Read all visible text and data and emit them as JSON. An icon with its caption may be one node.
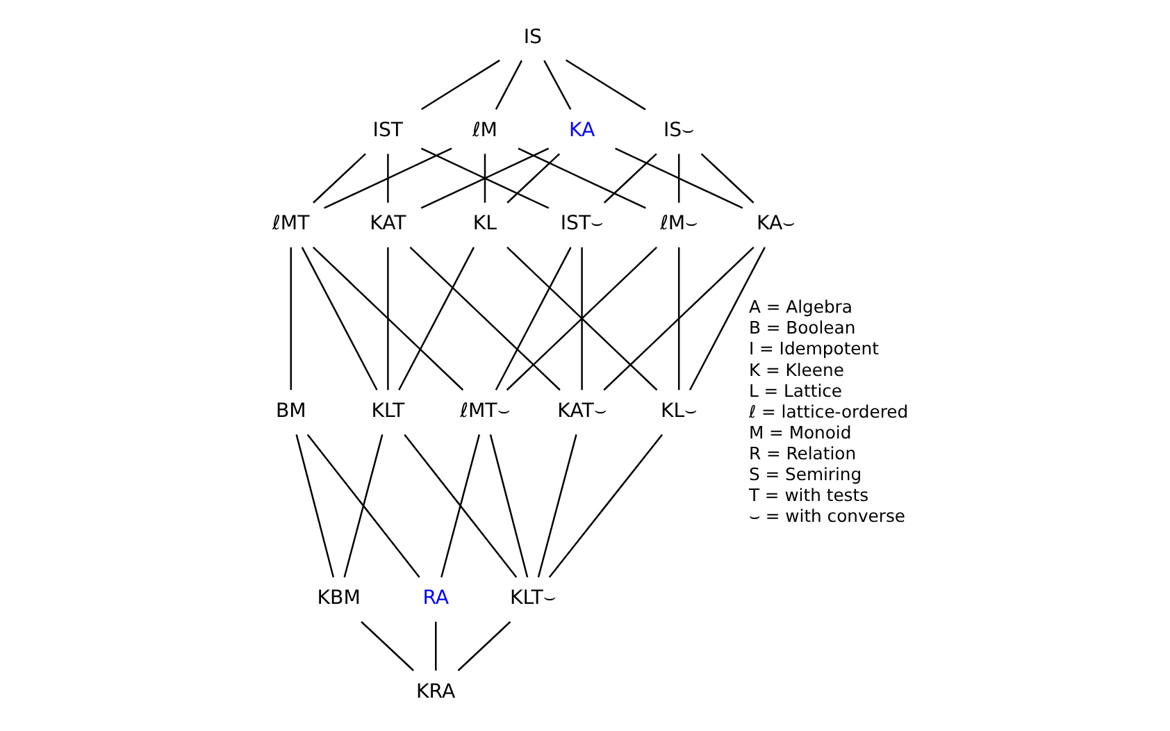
{
  "diagram": {
    "nodes": [
      {
        "text": [
          "IS"
        ]
      },
      {
        "text": [
          "KA"
        ]
      },
      {
        "text": [
          "IST"
        ]
      },
      {
        "text": [
          "ℓM"
        ]
      },
      {
        "text": [
          "IS⌣"
        ]
      },
      {
        "text": [
          "KAT"
        ]
      },
      {
        "text": [
          "KL"
        ]
      },
      {
        "text": [
          "ℓMT"
        ]
      },
      {
        "text": [
          "KA⌣"
        ]
      },
      {
        "text": [
          "IST⌣"
        ]
      },
      {
        "text": [
          "ℓM⌣"
        ]
      },
      {
        "text": [
          "KLT"
        ]
      },
      {
        "text": [
          "BM"
        ]
      },
      {
        "text": [
          "KAT⌣"
        ]
      },
      {
        "text": [
          "KL⌣"
        ]
      },
      {
        "text": [
          "ℓMT⌣"
        ]
      },
      {
        "text": [
          "KBM"
        ]
      },
      {
        "text": [
          "KLT⌣"
        ]
      },
      {
        "text": [
          "RA"
        ]
      },
      {
        "text": [
          "KRA"
        ]
      }
    ],
    "edges": [
      {
        "from": 0,
        "to": 1,
        "arrow": "none"
      },
      {
        "from": 0,
        "to": 2,
        "arrow": "none"
      },
      {
        "from": 0,
        "to": 3,
        "arrow": "none"
      },
      {
        "from": 0,
        "to": 4,
        "arrow": "none"
      },
      {
        "from": 1,
        "to": 5,
        "arrow": "none"
      },
      {
        "from": 1,
        "to": 6,
        "arrow": "none"
      },
      {
        "from": 1,
        "to": 8,
        "arrow": "none"
      },
      {
        "from": 2,
        "to": 5,
        "arrow": "none"
      },
      {
        "from": 2,
        "to": 7,
        "arrow": "none"
      },
      {
        "from": 2,
        "to": 9,
        "arrow": "none"
      },
      {
        "from": 3,
        "to": 6,
        "arrow": "none"
      },
      {
        "from": 3,
        "to": 7,
        "arrow": "none"
      },
      {
        "from": 3,
        "to": 10,
        "arrow": "none"
      },
      {
        "from": 4,
        "to": 8,
        "arrow": "none"
      },
      {
        "from": 4,
        "to": 9,
        "arrow": "none"
      },
      {
        "from": 4,
        "to": 10,
        "arrow": "none"
      },
      {
        "from": 5,
        "to": 11,
        "arrow": "none"
      },
      {
        "from": 5,
        "to": 13,
        "arrow": "none"
      },
      {
        "from": 6,
        "to": 11,
        "arrow": "none"
      },
      {
        "from": 6,
        "to": 14,
        "arrow": "none"
      },
      {
        "from": 7,
        "to": 11,
        "arrow": "none"
      },
      {
        "from": 7,
        "to": 12,
        "arrow": "none"
      },
      {
        "from": 7,
        "to": 15,
        "arrow": "none"
      },
      {
        "from": 8,
        "to": 13,
        "arrow": "none"
      },
      {
        "from": 8,
        "to": 14,
        "arrow": "none"
      },
      {
        "from": 9,
        "to": 13,
        "arrow": "none"
      },
      {
        "from": 9,
        "to": 15,
        "arrow": "none"
      },
      {
        "from": 10,
        "to": 14,
        "arrow": "none"
      },
      {
        "from": 10,
        "to": 15,
        "arrow": "none"
      },
      {
        "from": 11,
        "to": 16,
        "arrow": "none"
      },
      {
        "from": 11,
        "to": 17,
        "arrow": "none"
      },
      {
        "from": 12,
        "to": 16,
        "arrow": "none"
      },
      {
        "from": 12,
        "to": 18,
        "arrow": "none"
      },
      {
        "from": 13,
        "to": 17,
        "arrow": "none"
      },
      {
        "from": 14,
        "to": 17,
        "arrow": "none"
      },
      {
        "from": 15,
        "to": 17,
        "arrow": "none"
      },
      {
        "from": 15,
        "to": 18,
        "arrow": "none"
      },
      {
        "from": 16,
        "to": 19,
        "arrow": "none"
      },
      {
        "from": 17,
        "to": 19,
        "arrow": "none"
      },
      {
        "from": 18,
        "to": 19,
        "arrow": "none"
      }
    ],
    "labels": [
      "A = Algebra",
      "B = Boolean",
      "I = Idempotent",
      "K = Kleene",
      "L = Lattice",
      "ℓ = lattice-ordered",
      "M = Monoid",
      "R = Relation",
      "S = Semiring",
      "T = with tests",
      "⌣ = with converse"
    ]
  }
}
